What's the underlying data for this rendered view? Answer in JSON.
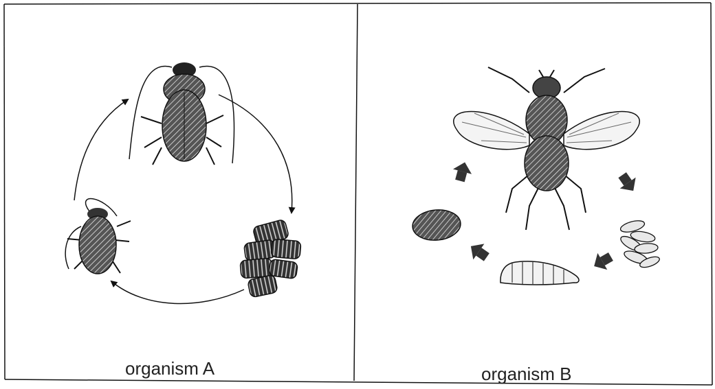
{
  "panels": [
    {
      "label": "organism A",
      "stages": [
        "adult",
        "eggs",
        "nymph"
      ],
      "arrows": 3
    },
    {
      "label": "organism B",
      "stages": [
        "adult",
        "eggs",
        "larva",
        "pupa"
      ],
      "arrows": 4
    }
  ],
  "colors": {
    "line": "#111111",
    "ink": "#2a2a2a",
    "background": "#ffffff"
  }
}
